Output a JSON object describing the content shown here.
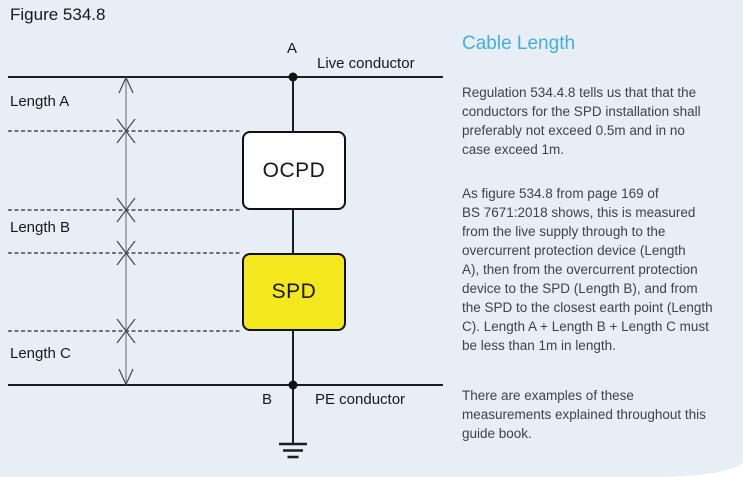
{
  "figure": {
    "title": "Figure 534.8",
    "labels": {
      "point_a": "A",
      "point_b": "B",
      "live_conductor": "Live conductor",
      "pe_conductor": "PE conductor",
      "length_a": "Length A",
      "length_b": "Length B",
      "length_c": "Length C",
      "ocpd": "OCPD",
      "spd": "SPD"
    },
    "colors": {
      "panel_background": "#e8eef6",
      "spd_fill": "#f3e71e",
      "ocpd_fill": "#ffffff",
      "conductor_line": "#1c1d1f",
      "dimension_line": "#8a9097"
    }
  },
  "article": {
    "heading": "Cable Length",
    "heading_color": "#45ade2",
    "paragraphs": [
      "Regulation 534.4.8 tells us that that the\nconductors for the SPD installation shall\npreferably not exceed 0.5m and in no\ncase exceed 1m.",
      "As figure 534.8 from page 169 of\nBS 7671:2018 shows, this is measured\nfrom the live supply through to the\novercurrent protection device (Length\nA), then from the overcurrent protection\ndevice to the SPD (Length B), and from\nthe SPD to the closest earth point (Length\nC). Length A + Length B + Length C must\nbe less than 1m in length.",
      "There are examples of these\nmeasurements explained throughout this\nguide book."
    ]
  }
}
